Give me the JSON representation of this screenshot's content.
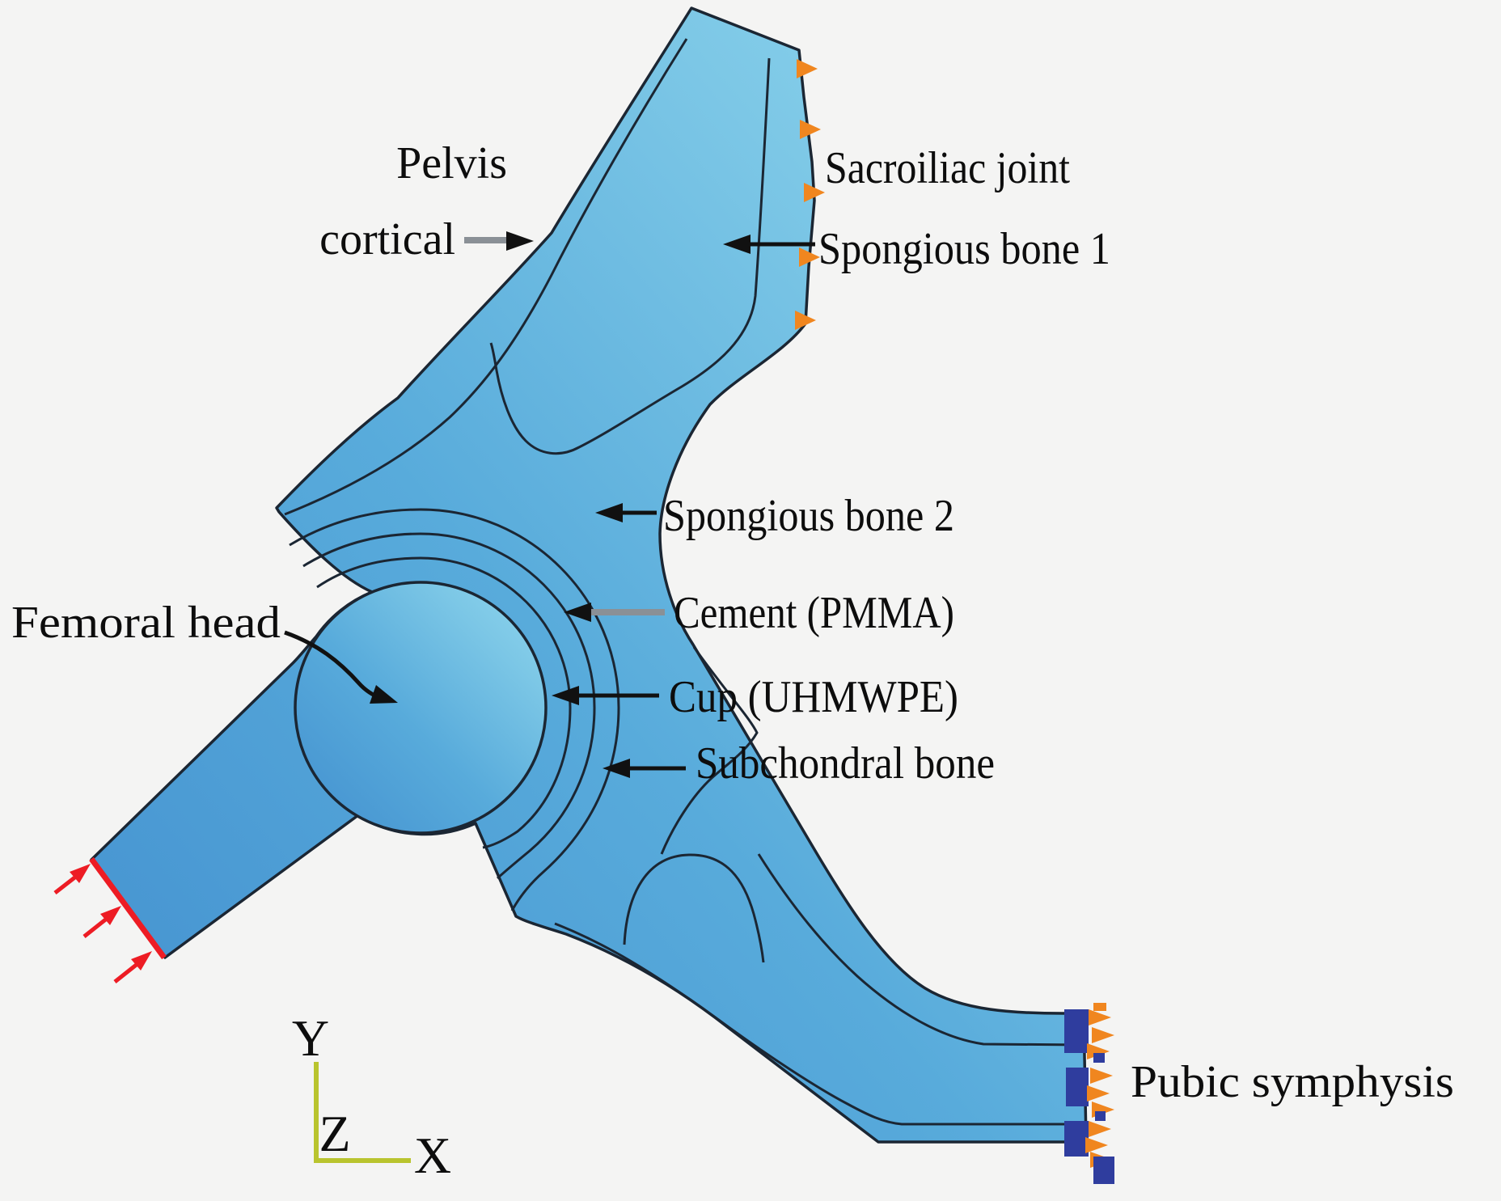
{
  "figure": {
    "title": "Finite element model of cemented total hip replacement (hemipelvis with labels)",
    "background": "#f4f4f3",
    "colors": {
      "bone_gradient_dark": "#4390cf",
      "bone_gradient_mid": "#58abdb",
      "bone_gradient_light": "#90d7ee",
      "outline": "#1b2633",
      "constraint_orange": "#f0861f",
      "constraint_navy": "#2f3d9e",
      "load_red": "#ed1c24",
      "axis_yellow_green": "#b9c42e",
      "leader_gray": "#8a9096",
      "label_text": "#0d0d0d"
    },
    "labels": {
      "pelvis_cortical_line1": "Pelvis",
      "pelvis_cortical_line2": "cortical",
      "sacroiliac_joint": "Sacroiliac joint",
      "spongious_bone_1": "Spongious bone 1",
      "spongious_bone_2": "Spongious bone 2",
      "cement": "Cement (PMMA)",
      "cup": "Cup (UHMWPE)",
      "subchondral_bone": "Subchondral bone",
      "femoral_head": "Femoral head",
      "pubic_symphysis": "Pubic symphysis"
    },
    "axes": {
      "vertical": "Y",
      "out_of_plane": "Z",
      "horizontal": "X"
    },
    "markers": {
      "sacroiliac_constraints": "orange arrowhead markers along sacroiliac joint edge",
      "sacroiliac_constraint_count": 5,
      "pubic_constraints": "navy blocks with orange arrowhead clusters at pubic symphysis end",
      "pubic_constraint_cluster_count": 3,
      "load_arrows": "red load arrows at femoral stem cut end",
      "load_arrow_count": 3
    }
  }
}
